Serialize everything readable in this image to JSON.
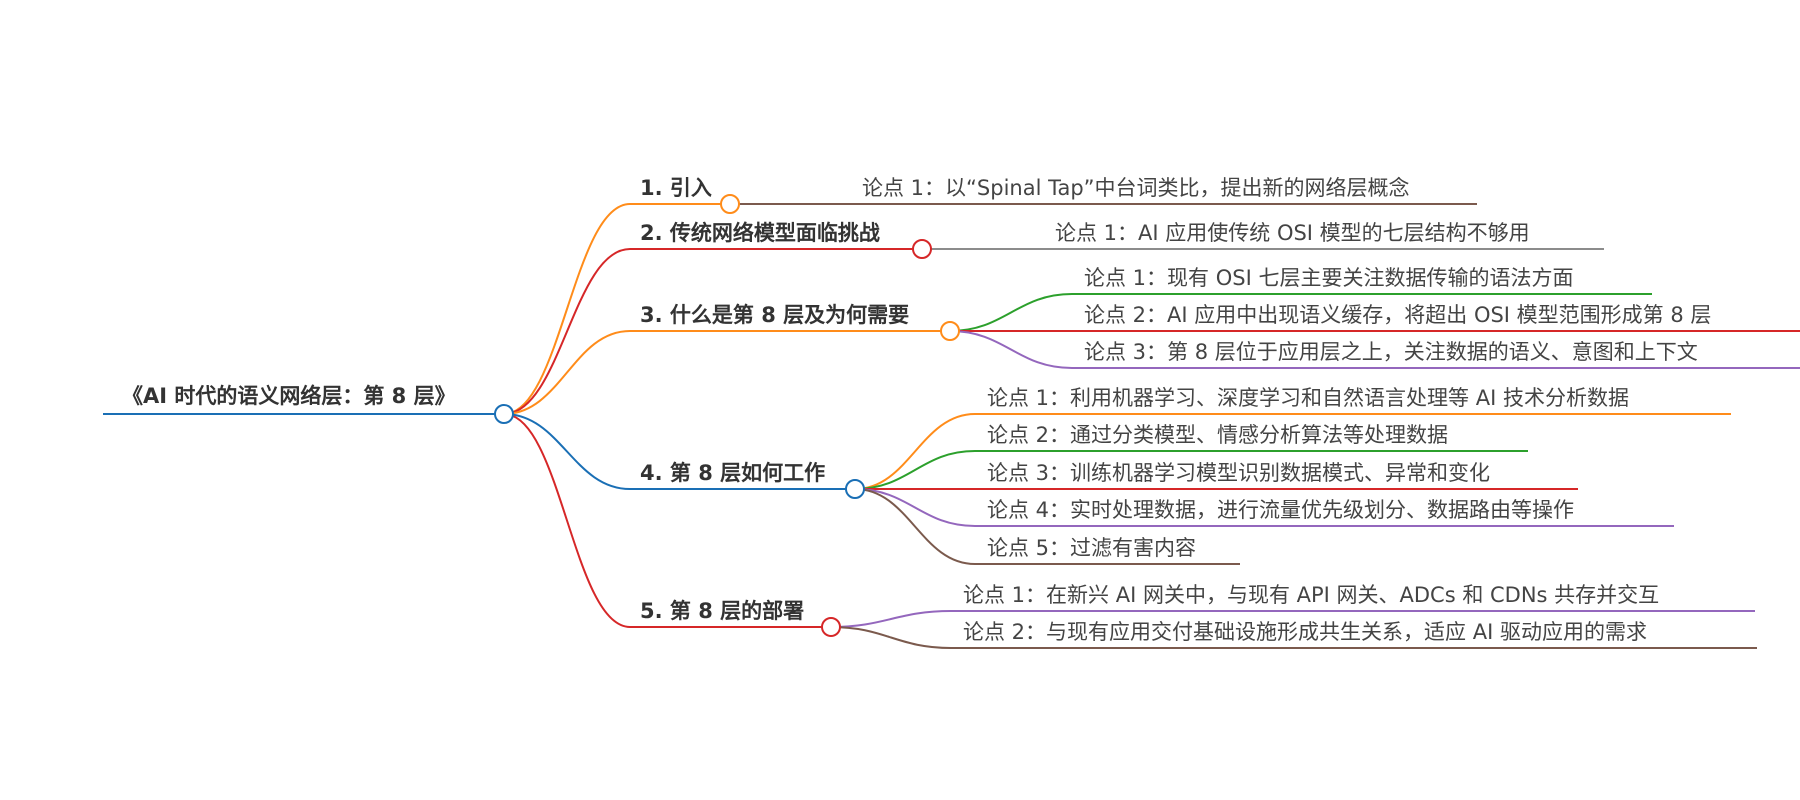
{
  "root": {
    "label": "《AI 时代的语义网络层：第 8 层》",
    "color": "#1a6fb5"
  },
  "branches": [
    {
      "label": "1. 引入",
      "color": "#ff8c1a",
      "leaves": [
        {
          "label": "论点 1：以“Spinal Tap”中台词类比，提出新的网络层概念",
          "color": "#7b5a4d"
        }
      ]
    },
    {
      "label": "2. 传统网络模型面临挑战",
      "color": "#d62728",
      "leaves": [
        {
          "label": "论点 1：AI 应用使传统 OSI 模型的七层结构不够用",
          "color": "#8c8c8c"
        }
      ]
    },
    {
      "label": "3. 什么是第 8 层及为何需要",
      "color": "#ff8c1a",
      "leaves": [
        {
          "label": "论点 1：现有 OSI 七层主要关注数据传输的语法方面",
          "color": "#2ca02c"
        },
        {
          "label": "论点 2：AI 应用中出现语义缓存，将超出 OSI 模型范围形成第 8 层",
          "color": "#d62728"
        },
        {
          "label": "论点 3：第 8 层位于应用层之上，关注数据的语义、意图和上下文",
          "color": "#9467bd"
        }
      ]
    },
    {
      "label": "4. 第 8 层如何工作",
      "color": "#1a6fb5",
      "leaves": [
        {
          "label": "论点 1：利用机器学习、深度学习和自然语言处理等 AI 技术分析数据",
          "color": "#ff8c1a"
        },
        {
          "label": "论点 2：通过分类模型、情感分析算法等处理数据",
          "color": "#2ca02c"
        },
        {
          "label": "论点 3：训练机器学习模型识别数据模式、异常和变化",
          "color": "#d62728"
        },
        {
          "label": "论点 4：实时处理数据，进行流量优先级划分、数据路由等操作",
          "color": "#9467bd"
        },
        {
          "label": "论点 5：过滤有害内容",
          "color": "#7b5a4d"
        }
      ]
    },
    {
      "label": "5. 第 8 层的部署",
      "color": "#d62728",
      "leaves": [
        {
          "label": "论点 1：在新兴 AI 网关中，与现有 API 网关、ADCs 和 CDNs 共存并交互",
          "color": "#9467bd"
        },
        {
          "label": "论点 2：与现有应用交付基础设施形成共生关系，适应 AI 驱动应用的需求",
          "color": "#7b5a4d"
        }
      ]
    }
  ]
}
